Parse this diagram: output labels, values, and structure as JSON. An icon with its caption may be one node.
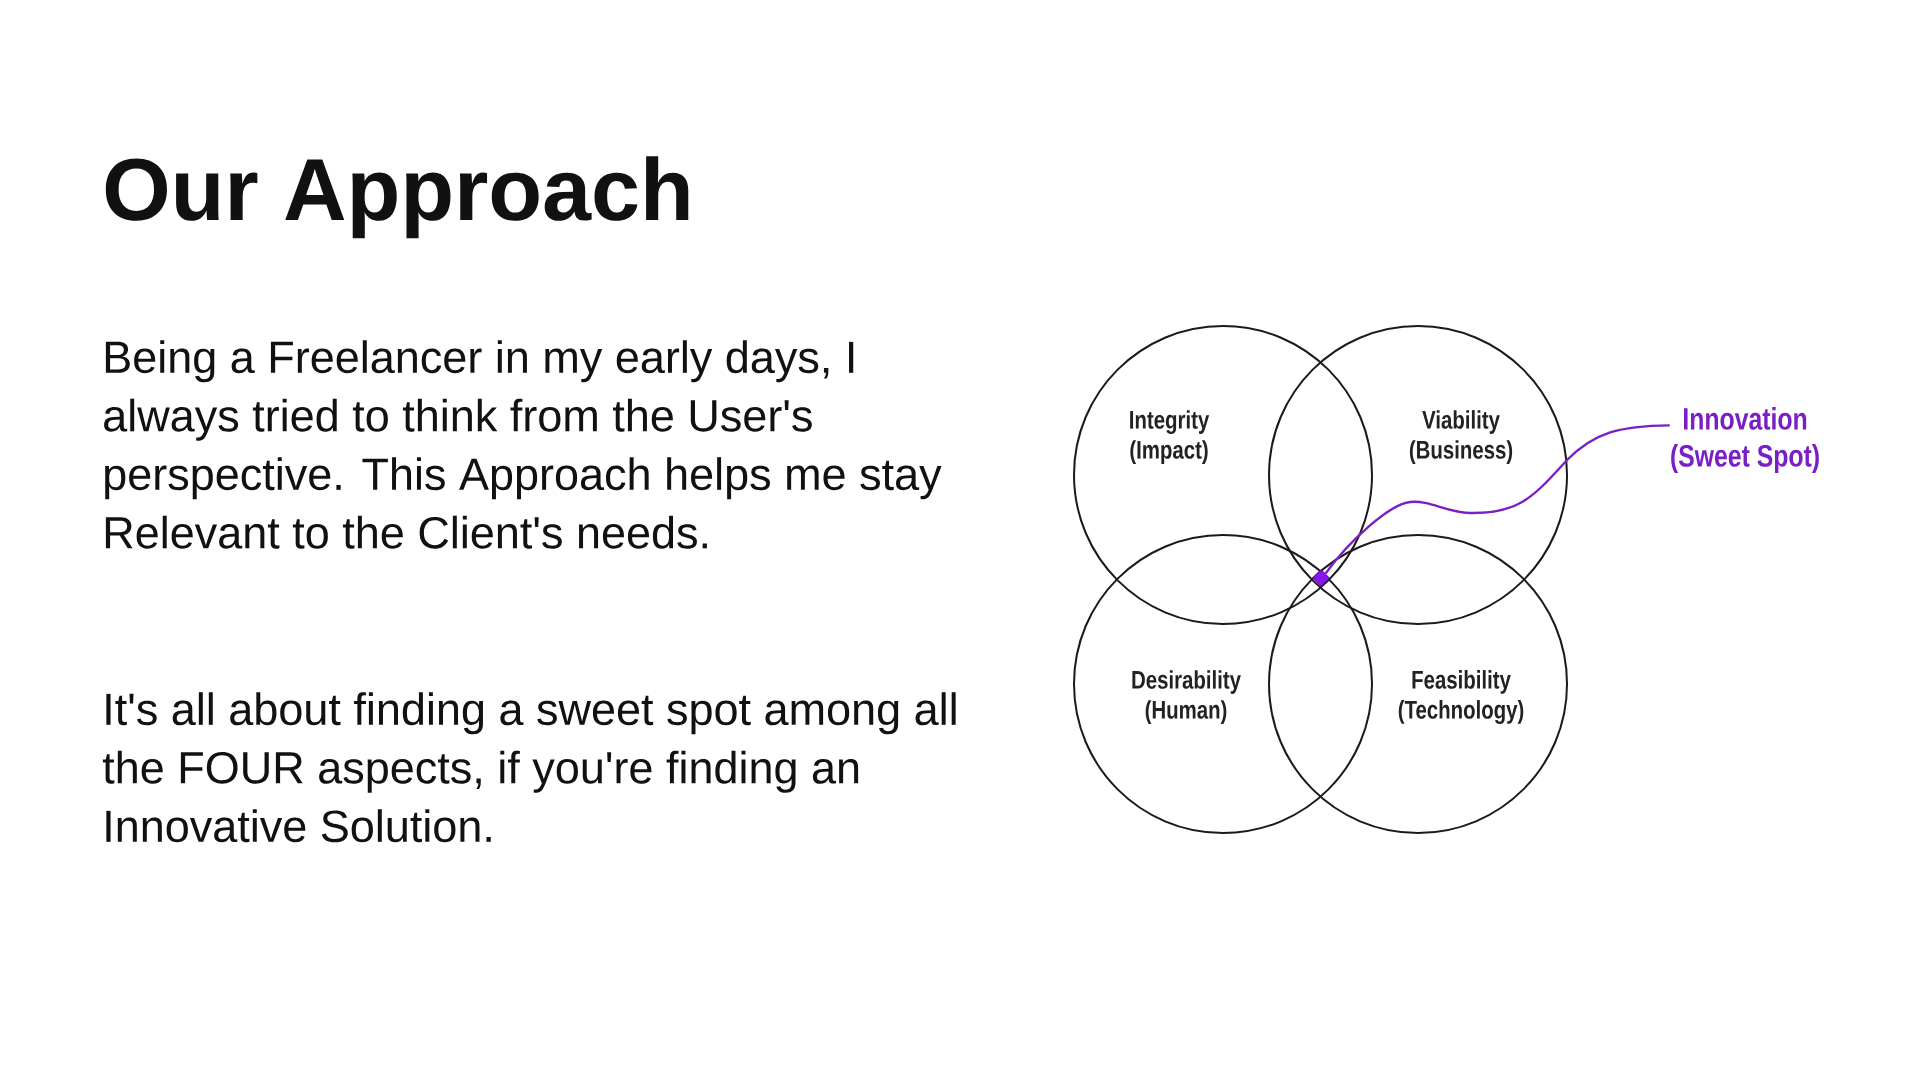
{
  "diagram": {
    "title": "Our Approach",
    "nodes": [
      {
        "text": [
          "Integrity (Impact)"
        ]
      },
      {
        "text": [
          "Viability (Business)"
        ]
      },
      {
        "text": [
          "Desirability (Human)"
        ]
      },
      {
        "text": [
          "Feasibility (Technology)"
        ]
      },
      {
        "text": [],
        "shape": "diamond"
      },
      {
        "text": [
          "Innovation (Sweet Spot)"
        ]
      }
    ],
    "edges": [
      {
        "from": 5,
        "to": 4,
        "arrow": "none",
        "color": "#7a1fc6"
      }
    ],
    "labels": [
      "Being a Freelancer in my early days, I always tried to think from the User's perspective. This Approach helps me stay Relevant to the Client's needs.",
      "It's all about finding a sweet spot among all the FOUR aspects, if you're finding an Innovative Solution."
    ]
  }
}
